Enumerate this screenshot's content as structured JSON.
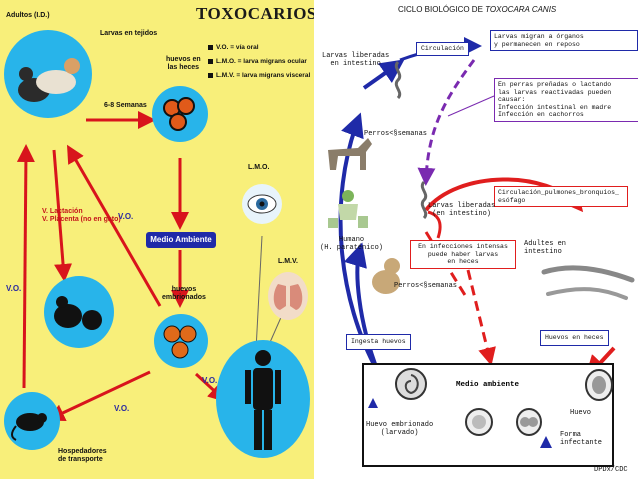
{
  "left": {
    "title": "TOXOCARIOSIS",
    "adults_label": "Adultos (I.D.)",
    "larvae_tissue_label": "Larvas en tejidos",
    "eggs_feces_label": "huevos en\nlas heces",
    "weeks_label": "6-8 Semanas",
    "legend": [
      {
        "code": "V.O.",
        "text": " = vía oral"
      },
      {
        "code": "L.M.O.",
        "text": " = larva migrans ocular"
      },
      {
        "code": "L.M.V.",
        "text": " = larva migrans visceral"
      }
    ],
    "lactation_label": "V. Lactación\nV. Placenta (no en gato)",
    "medio_ambiente": "Medio Ambiente",
    "embryonated_eggs_label": "huevos\nembrionados",
    "lmo": "L.M.O.",
    "lmv": "L.M.V.",
    "vo_labels": [
      "V.O.",
      "V.O.",
      "V.O.",
      "V.O."
    ],
    "hosts_label": "Hospedadores\nde transporte",
    "colors": {
      "background": "#f8ef7a",
      "circle": "#28b4ea",
      "arrow": "#d8141c",
      "ambient": "#1f2aa8"
    }
  },
  "right": {
    "title_prefix": "CICLO BIOLÓGICO DE ",
    "title_species": "TOXOCARA CANIS",
    "larvas_liberadas_top": "Larvas liberadas\nen intestino",
    "circulacion": "Circulación",
    "migran": "Larvas migran a órganos\ny permanecen en reposo",
    "perras": "En perras preñadas o lactando\nlas larvas reactivadas pueden\ncausar:\nInfección intestinal en madre\nInfección en cachorros",
    "perros_top": "Perros<§semanas",
    "circ_pulmones": "Circulación_pulmones_bronquios_\nesófago",
    "larvas_liberadas_mid": "Larvas liberadas\n(en intestino)",
    "humano": "Humano\n(H. paraténico)",
    "infecciones": "En infecciones intensas\npuede haber larvas\nen heces",
    "adultes": "Adultes en\nintestino",
    "perros_mid": "Perros<§semanas",
    "ingesta": "Ingesta huevos",
    "huevos_heces": "Huevos en heces",
    "medio_ambiente": "Medio ambiente",
    "huevo_embrionado": "Huevo embrionado\n(larvado)",
    "huevo": "Huevo",
    "forma_infectante": "Forma\ninfectante",
    "credit": "DPDx/CDC",
    "colors": {
      "red": "#e01e1e",
      "blue": "#1f2aa8",
      "purple": "#7a2ab0"
    }
  }
}
